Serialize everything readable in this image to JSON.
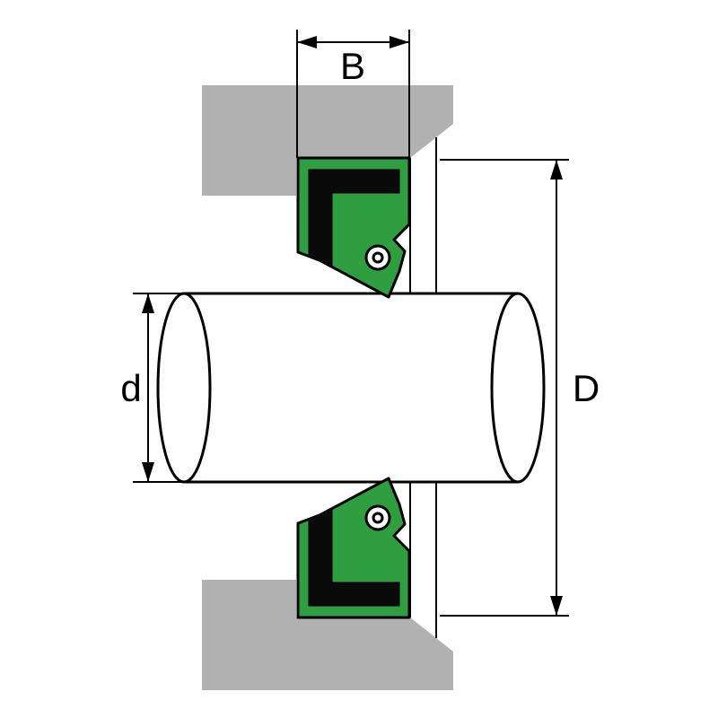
{
  "labels": {
    "seal_width": "B",
    "shaft_diameter": "d",
    "housing_bore_diameter": "D"
  },
  "colors": {
    "seal_rubber_green": "#2f9e41",
    "housing_gray": "#b1b1b1",
    "case_metal_black": "#0a0a0a",
    "outline_black": "#000000",
    "shaft_white": "#ffffff",
    "background_white": "#ffffff"
  }
}
